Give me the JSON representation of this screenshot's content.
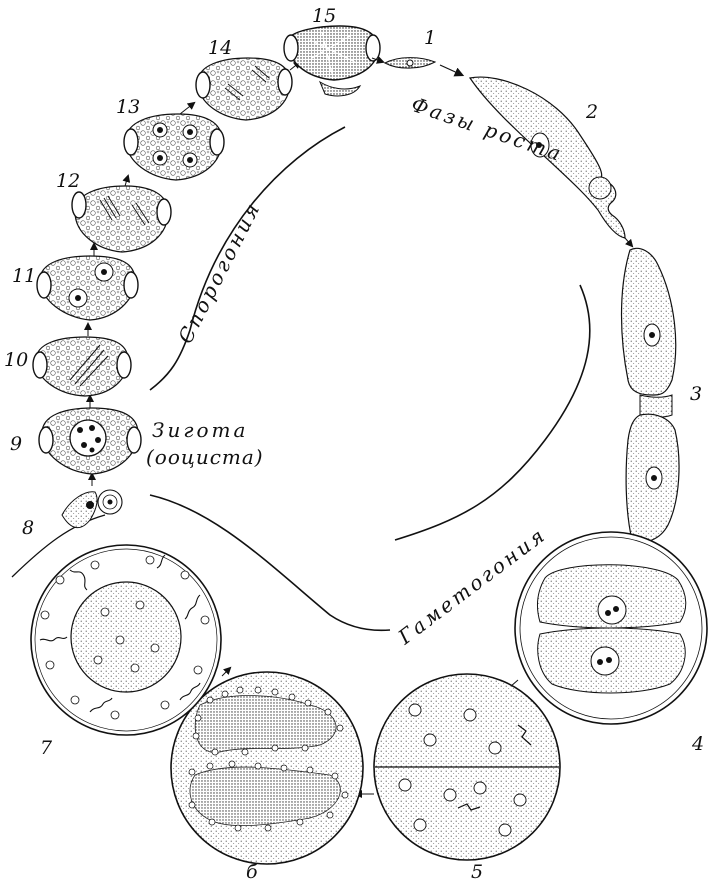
{
  "stage_numbers": {
    "n1": "1",
    "n2": "2",
    "n3": "3",
    "n4": "4",
    "n5": "5",
    "n6": "б",
    "n7": "7",
    "n8": "8",
    "n9": "9",
    "n10": "10",
    "n11": "11",
    "n12": "12",
    "n13": "13",
    "n14": "14",
    "n15": "15"
  },
  "labels": {
    "growth_phases": "Фазы роста",
    "sporogony": "Спорогония",
    "gametogony": "Гаметогония",
    "zygote": "Зигота",
    "oocyst": "(ооциста)"
  },
  "colors": {
    "ink": "#111111",
    "paper": "#ffffff",
    "stipple": "#222222"
  }
}
